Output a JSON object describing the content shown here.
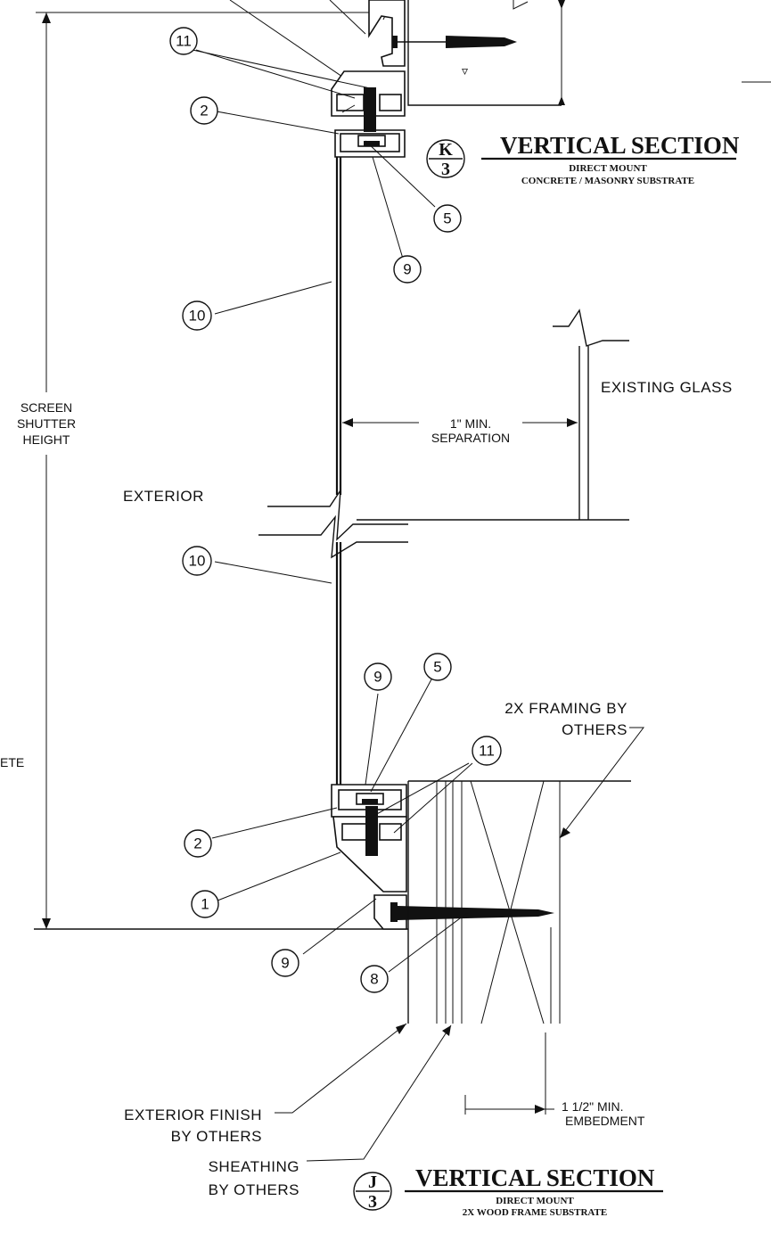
{
  "labels": {
    "existing_glass": "EXISTING GLASS",
    "exterior": "EXTERIOR",
    "screen_shutter_height": [
      "SCREEN",
      "SHUTTER",
      "HEIGHT"
    ],
    "min_separation": [
      "1\" MIN.",
      "SEPARATION"
    ],
    "framing": [
      "2X FRAMING BY",
      "OTHERS"
    ],
    "concrete_partial": "ETE",
    "exterior_finish": [
      "EXTERIOR FINISH",
      "BY OTHERS"
    ],
    "sheathing": [
      "SHEATHING",
      "BY OTHERS"
    ],
    "embedment": [
      "1 1/2\" MIN.",
      "EMBEDMENT"
    ]
  },
  "callouts": {
    "top_11": "11",
    "top_2": "2",
    "top_5": "5",
    "top_9": "9",
    "mid_10a": "10",
    "mid_10b": "10",
    "bot_9a": "9",
    "bot_5": "5",
    "bot_11": "11",
    "bot_2": "2",
    "bot_1": "1",
    "bot_9b": "9",
    "bot_8": "8"
  },
  "sections": {
    "k": {
      "letter": "K",
      "sheet": "3",
      "title": "VERTICAL SECTION",
      "sub1": "DIRECT MOUNT",
      "sub2": "CONCRETE / MASONRY SUBSTRATE"
    },
    "j": {
      "letter": "J",
      "sheet": "3",
      "title": "VERTICAL SECTION",
      "sub1": "DIRECT MOUNT",
      "sub2": "2X WOOD FRAME SUBSTRATE"
    }
  }
}
